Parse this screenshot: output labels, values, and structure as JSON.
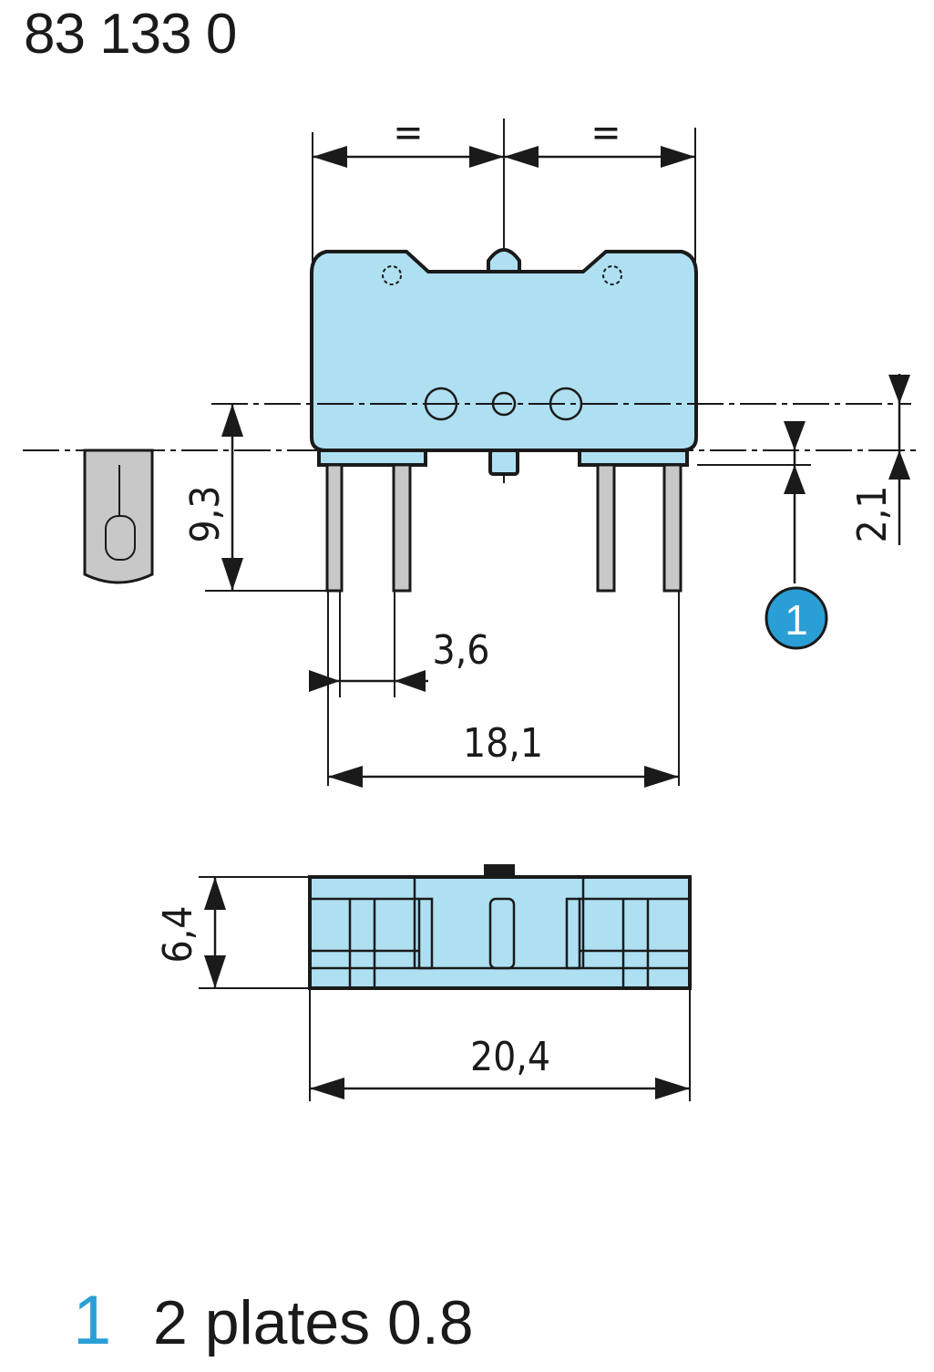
{
  "part_number": "83 133 0",
  "dimensions": {
    "equal_left": "=",
    "equal_right": "=",
    "height_pin": "9,3",
    "offset": "2,1",
    "pitch": "3,6",
    "pin_span": "18,1",
    "thickness": "6,4",
    "width": "20,4"
  },
  "callout": {
    "marker": "1"
  },
  "legend": [
    {
      "number": "1",
      "text": "2 plates 0.8"
    }
  ],
  "colors": {
    "body_fill": "#aee0f2",
    "callout_fill": "#2a9fd6",
    "line": "#1a1a1a"
  }
}
